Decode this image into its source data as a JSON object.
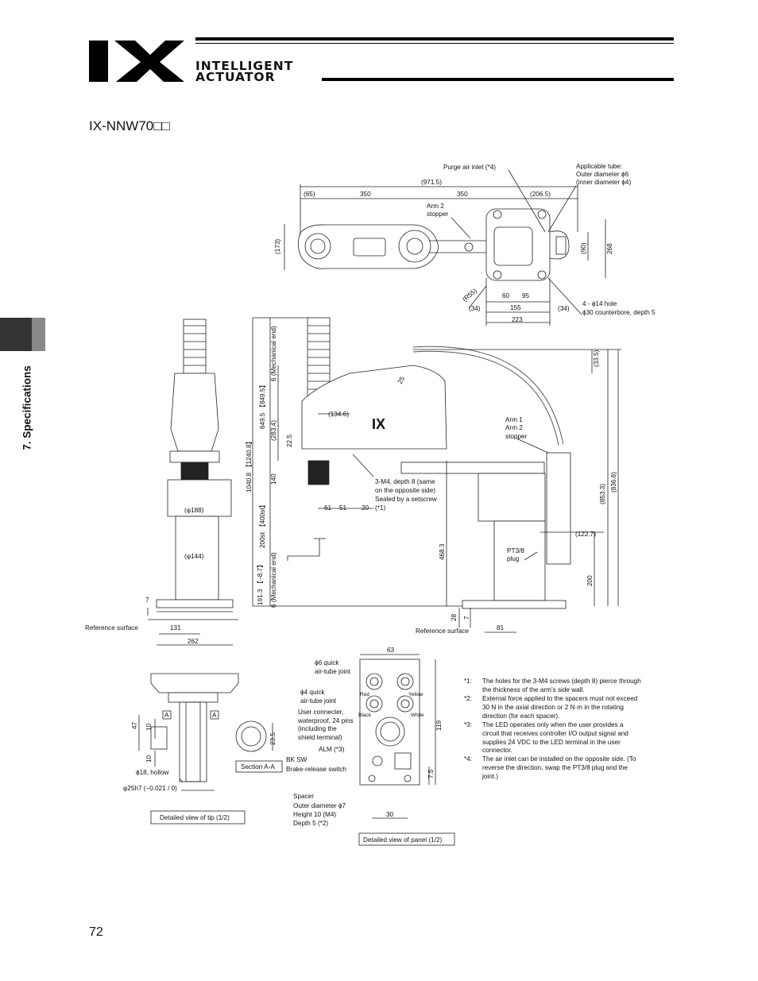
{
  "header": {
    "logo_mark": "IX",
    "logo_line1": "INTELLIGENT",
    "logo_line2": "ACTUATOR"
  },
  "model_title": "IX-NNW70□□",
  "side_tab": "7. Specifications",
  "page_number": "72",
  "top_view": {
    "purge_air_inlet": "Purge air inlet (*4)",
    "applicable_tube": [
      "Applicable tube:",
      "Outer diameter ϕ6",
      "(inner diameter ϕ4)"
    ],
    "arm2_stopper": [
      "Arm 2",
      "stopper"
    ],
    "holes": [
      "4 - ϕ14 hole",
      "ϕ30 counterbore, depth 5"
    ],
    "dims": [
      "(971.5)",
      "(65)",
      "350",
      "350",
      "(206.5)",
      "(173)",
      "(90)",
      "268",
      "(R55)",
      "(34)",
      "60",
      "95",
      "155",
      "(34)",
      "223"
    ]
  },
  "side_view": {
    "dims_left": [
      "1040.8 【1240.8】",
      "649.5 【849.5】",
      "6 (Mechanical end)",
      "(283.4)",
      "22.5",
      "140",
      "200st 【400st】",
      "191.3 【−8.7】",
      "6 (Mechanical end)"
    ],
    "front_dims": [
      "(φ188)",
      "(φ144)",
      "7",
      "131",
      "262"
    ],
    "ref_surface": "Reference surface",
    "dims_right": [
      "(33.5)",
      "(836.8)",
      "(853.3)",
      "(122.7)",
      "200",
      "468.3",
      "28",
      "7",
      "81",
      "(134.6)",
      "61",
      "51",
      "20",
      "25"
    ],
    "screw_note": [
      "3-M4, depth 8 (same",
      "on the opposite side)",
      "Sealed by a setscrew",
      "(*1)"
    ],
    "arm_stopper": [
      "Arm 1",
      "Arm 2",
      "stopper"
    ],
    "pt_plug": [
      "PT3/8",
      "plug"
    ],
    "logo_small": "IX"
  },
  "tip_view": {
    "dims": [
      "47",
      "10",
      "10",
      "23.5"
    ],
    "hollow": "ϕ18, hollow",
    "shaft": "φ25h7 (−0.021 / 0)",
    "section_label": "Section A-A",
    "mark": "A",
    "caption": "Detailed view of tip (1/2)"
  },
  "panel_view": {
    "quick6": [
      "ϕ6 quick",
      "air-tube joint"
    ],
    "quick4": [
      "ϕ4 quick",
      "air-tube joint"
    ],
    "colors": [
      "Red",
      "Yellow",
      "Black",
      "White"
    ],
    "user_connector": [
      "User connecter,",
      "waterproof, 24 pins",
      "(including the",
      "shield terminal)"
    ],
    "alm": "ALM (*3)",
    "bksw": [
      "BK SW",
      "Brake-release switch"
    ],
    "spacer": [
      "Spacer",
      "Outer diameter ϕ7",
      "Height 10 (M4)",
      "Depth 5 (*2)"
    ],
    "dims": [
      "63",
      "119",
      "7.5",
      "30"
    ],
    "caption": "Detailed view of panel (1/2)"
  },
  "notes": [
    {
      "mark": "*1:",
      "lines": [
        "The holes for the 3-M4 screws (depth 8) pierce through",
        "the thickness of the arm’s side wall."
      ]
    },
    {
      "mark": "*2:",
      "lines": [
        "External force applied to the spacers must not exceed",
        "30 N in the axial direction or 2 N·m in the rotating",
        "direction (for each spacer)."
      ]
    },
    {
      "mark": "*3:",
      "lines": [
        "The LED operates only when the user provides a",
        "circuit that receives controller I/O output signal and",
        "supplies 24 VDC to the LED terminal in the user",
        "connector."
      ]
    },
    {
      "mark": "*4:",
      "lines": [
        "The air inlet can be installed on the opposite side. (To",
        "reverse the direction, swap the PT3/8 plug and the",
        "joint.)"
      ]
    }
  ]
}
